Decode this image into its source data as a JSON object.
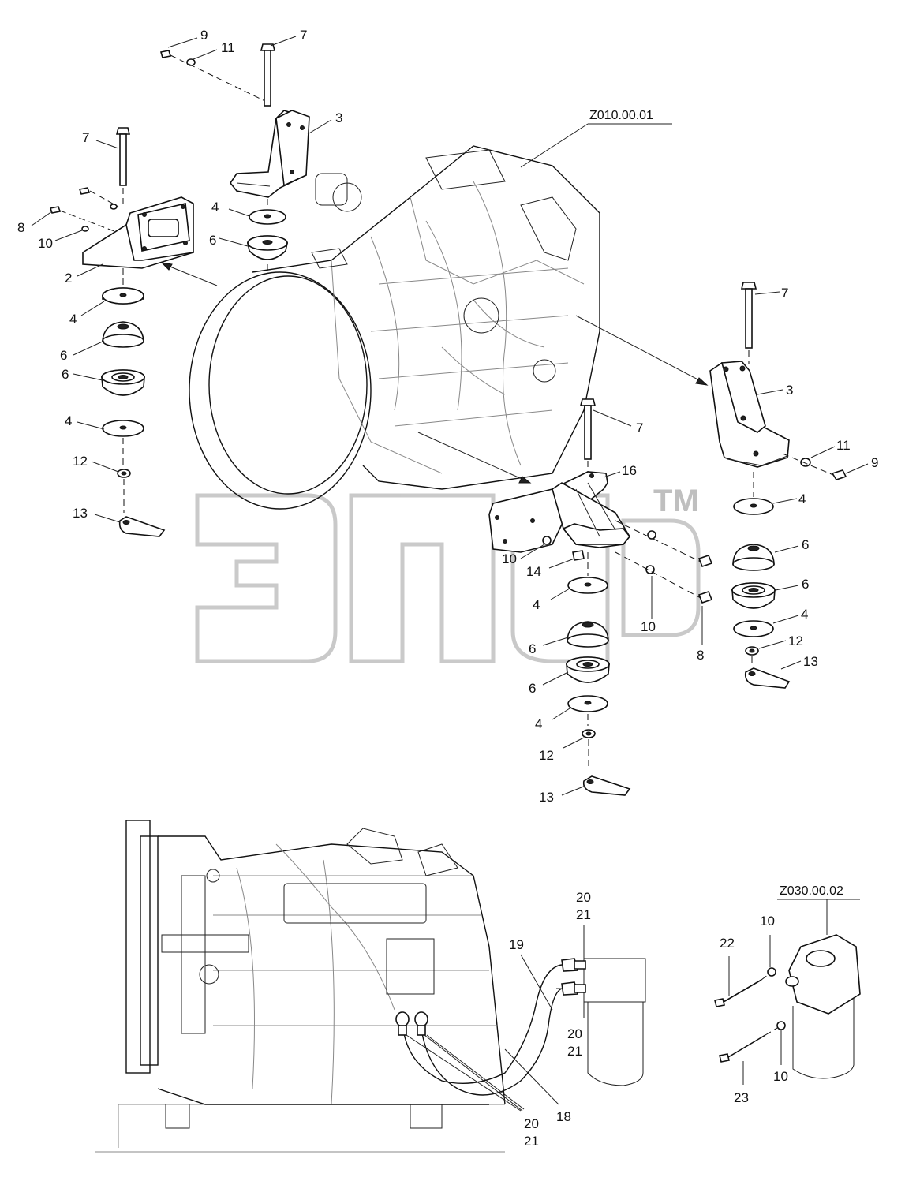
{
  "references": {
    "engine_assembly": "Z010.00.01",
    "filter_assembly": "Z030.00.02"
  },
  "watermark": {
    "trademark": "TM"
  },
  "callouts": {
    "c_9a": "9",
    "c_11a": "11",
    "c_7a": "7",
    "c_3a": "3",
    "c_7b": "7",
    "c_8a": "8",
    "c_10a": "10",
    "c_2": "2",
    "c_4a": "4",
    "c_6a": "6",
    "c_4b": "4",
    "c_6b": "6",
    "c_6c": "6",
    "c_4c": "4",
    "c_12a": "12",
    "c_13a": "13",
    "c_7c": "7",
    "c_3b": "3",
    "c_11b": "11",
    "c_9b": "9",
    "c_4d": "4",
    "c_6d": "6",
    "c_6e": "6",
    "c_4e": "4",
    "c_12b": "12",
    "c_13b": "13",
    "c_7d": "7",
    "c_16": "16",
    "c_10b": "10",
    "c_14": "14",
    "c_10c": "10",
    "c_8b": "8",
    "c_4f": "4",
    "c_6f": "6",
    "c_6g": "6",
    "c_4g": "4",
    "c_12c": "12",
    "c_13c": "13",
    "c_19": "19",
    "c_20a": "20",
    "c_21a": "21",
    "c_20b": "20",
    "c_21b": "21",
    "c_18": "18",
    "c_20c": "20",
    "c_21c": "21",
    "c_22": "22",
    "c_10d": "10",
    "c_10e": "10",
    "c_23": "23"
  }
}
